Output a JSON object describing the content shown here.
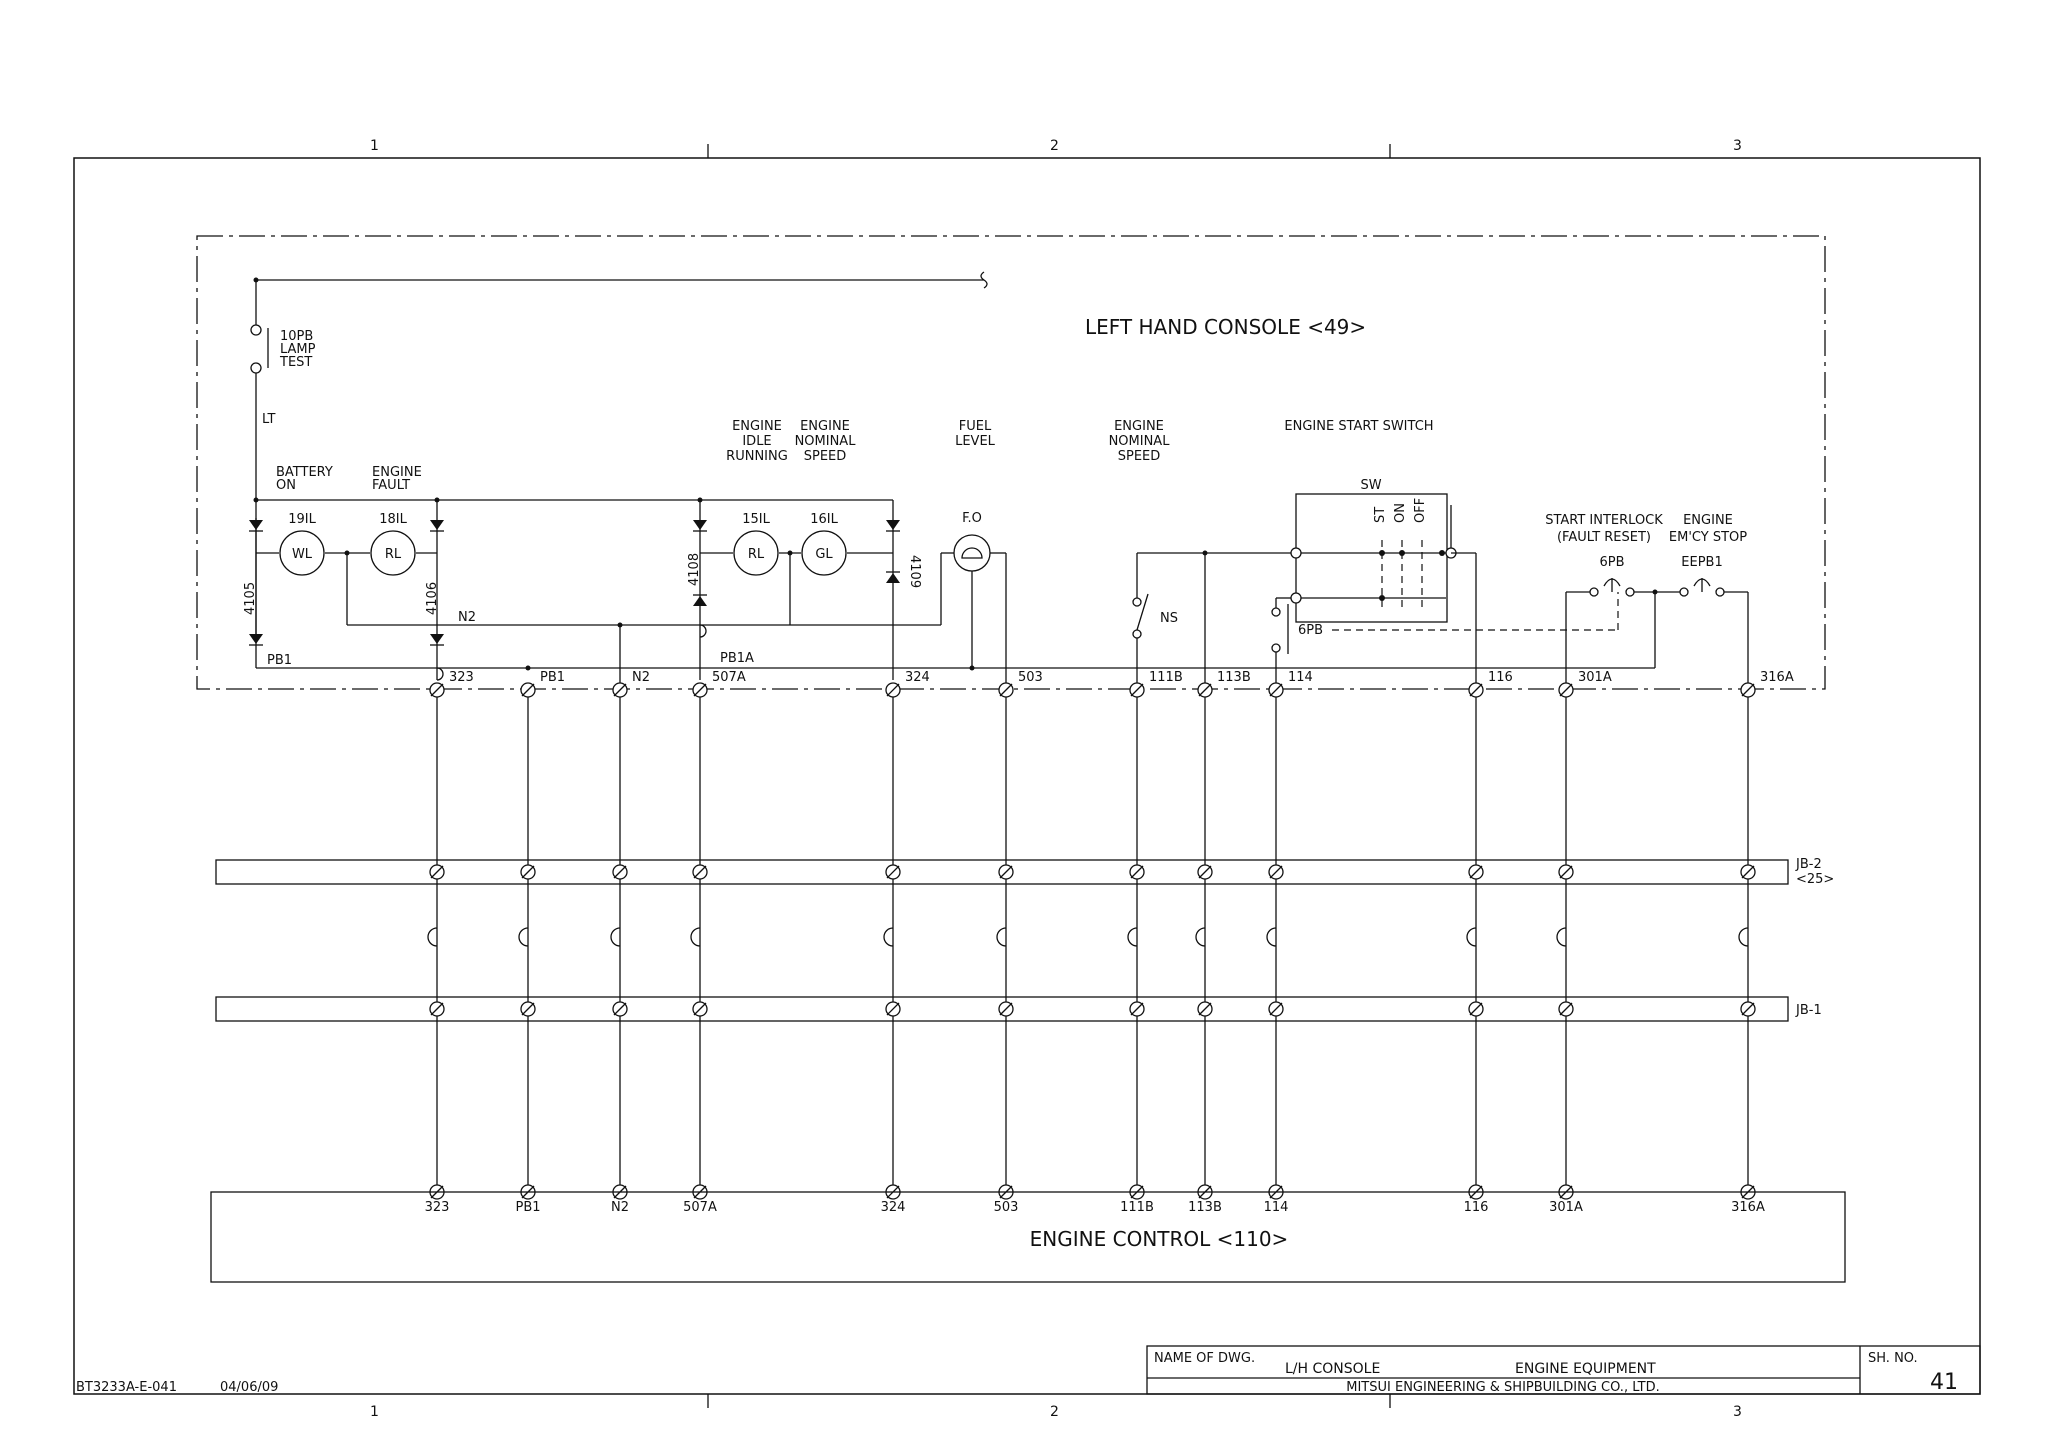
{
  "border": {
    "columns": [
      "1",
      "2",
      "3"
    ]
  },
  "console": {
    "title": "LEFT HAND CONSOLE <49>",
    "lamp_test": [
      "10PB",
      "LAMP",
      "TEST"
    ],
    "lt_label": "LT",
    "groups": {
      "battery": [
        "BATTERY",
        "ON"
      ],
      "engine_fault": [
        "ENGINE",
        "FAULT"
      ],
      "idle": [
        "ENGINE",
        "IDLE",
        "RUNNING"
      ],
      "nominal": [
        "ENGINE",
        "NOMINAL",
        "SPEED"
      ],
      "fuel": [
        "FUEL",
        "LEVEL"
      ],
      "nominal2": [
        "ENGINE",
        "NOMINAL",
        "SPEED"
      ],
      "start_switch": "ENGINE START SWITCH",
      "interlock": [
        "START INTERLOCK",
        "(FAULT RESET)"
      ],
      "emcy": [
        "ENGINE",
        "EM'CY STOP"
      ]
    },
    "lamps": [
      {
        "tag": "19IL",
        "color": "WL"
      },
      {
        "tag": "18IL",
        "color": "RL"
      },
      {
        "tag": "15IL",
        "color": "RL"
      },
      {
        "tag": "16IL",
        "color": "GL"
      }
    ],
    "diodes": [
      "4105",
      "4106",
      "4108",
      "4109"
    ],
    "fuel_gauge": "F.O",
    "sw_label": "SW",
    "sw_positions": [
      "ST",
      "ON",
      "OFF"
    ],
    "ns_label": "NS",
    "pb_6": "6PB",
    "pb_6_ref": "6PB",
    "eepb": "EEPB1",
    "wire_labels": {
      "n2": "N2",
      "pb1": "PB1",
      "pb1a": "PB1A"
    }
  },
  "terminals": [
    "323",
    "PB1",
    "N2",
    "507A",
    "324",
    "503",
    "111B",
    "113B",
    "114",
    "116",
    "301A",
    "316A"
  ],
  "junction_boxes": {
    "jb2": [
      "JB-2",
      "<25>"
    ],
    "jb1": "JB-1"
  },
  "engine_control": {
    "title": "ENGINE CONTROL <110>"
  },
  "title_block": {
    "name_label": "NAME OF DWG.",
    "dwg_name": "L/H CONSOLE",
    "dwg_desc": "ENGINE EQUIPMENT",
    "company": "MITSUI ENGINEERING & SHIPBUILDING CO., LTD.",
    "sheet_label": "SH. NO.",
    "sheet_no": "41"
  },
  "footer": {
    "dwg_ref": "BT3233A-E-041",
    "date": "04/06/09"
  }
}
